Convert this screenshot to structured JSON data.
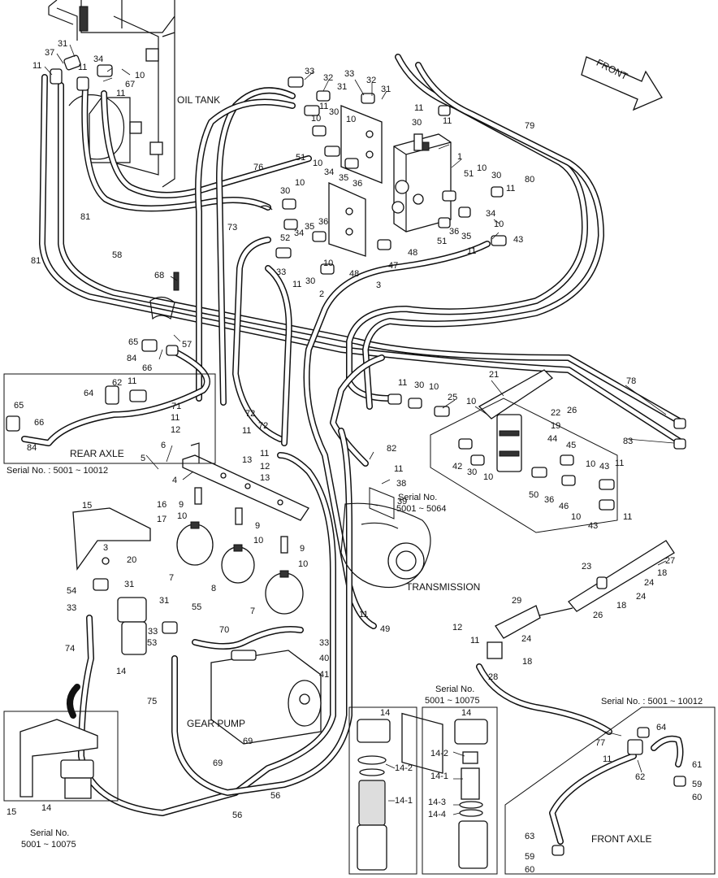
{
  "labels": {
    "oil_tank": "OIL TANK",
    "front": "FRONT",
    "rear_axle": "REAR AXLE",
    "transmission": "TRANSMISSION",
    "gear_pump": "GEAR PUMP",
    "front_axle": "FRONT AXLE"
  },
  "serials": {
    "rear_axle": "Serial No. : 5001 ~ 10012",
    "transmission_line1": "Serial No.",
    "transmission_line2": "5001 ~ 5064",
    "front_axle": "Serial No. : 5001 ~ 10012",
    "filter_box_line1": "Serial No.",
    "filter_box_line2": "5001 ~ 10075",
    "filter_inset_line1": "Serial No.",
    "filter_inset_line2": "5001 ~ 10075"
  },
  "callouts": [
    "31",
    "37",
    "11",
    "11",
    "34",
    "67",
    "10",
    "11",
    "33",
    "32",
    "33",
    "32",
    "31",
    "31",
    "11",
    "30",
    "10",
    "10",
    "11",
    "30",
    "11",
    "79",
    "80",
    "1",
    "51",
    "34",
    "36",
    "35",
    "10",
    "30",
    "10",
    "76",
    "51",
    "10",
    "30",
    "11",
    "35",
    "36",
    "34",
    "52",
    "51",
    "36",
    "35",
    "33",
    "11",
    "10",
    "48",
    "30",
    "47",
    "3",
    "48",
    "2",
    "43",
    "11",
    "10",
    "34",
    "81",
    "81",
    "58",
    "73",
    "68",
    "57",
    "65",
    "84",
    "66",
    "64",
    "62",
    "11",
    "65",
    "66",
    "84",
    "71",
    "11",
    "12",
    "72",
    "11",
    "72",
    "13",
    "13",
    "12",
    "11",
    "9",
    "10",
    "9",
    "10",
    "9",
    "10",
    "7",
    "8",
    "7",
    "6",
    "5",
    "4",
    "82",
    "11",
    "38",
    "39",
    "21",
    "25",
    "10",
    "30",
    "11",
    "10",
    "22",
    "19",
    "26",
    "78",
    "83",
    "44",
    "45",
    "10",
    "43",
    "11",
    "42",
    "30",
    "10",
    "50",
    "36",
    "46",
    "10",
    "43",
    "11",
    "27",
    "18",
    "24",
    "23",
    "18",
    "24",
    "26",
    "29",
    "24",
    "18",
    "28",
    "11",
    "12",
    "49",
    "11",
    "15",
    "16",
    "17",
    "3",
    "20",
    "54",
    "31",
    "33",
    "14",
    "55",
    "53",
    "31",
    "33",
    "74",
    "70",
    "33",
    "40",
    "41",
    "75",
    "69",
    "69",
    "56",
    "56",
    "14",
    "14-2",
    "14-1",
    "14",
    "14-2",
    "14-1",
    "14-3",
    "14-4",
    "77",
    "64",
    "61",
    "62",
    "59",
    "60",
    "63",
    "59",
    "60",
    "11",
    "15",
    "14"
  ]
}
